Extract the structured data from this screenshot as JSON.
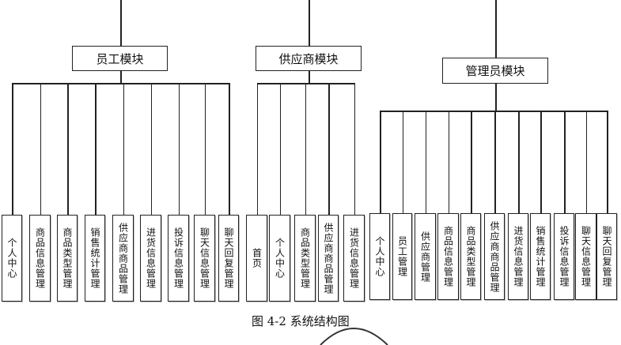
{
  "modules": [
    {
      "label": "员工模块",
      "children": [
        "个人中心",
        "商品信息管理",
        "商品类型管理",
        "销售统计管理",
        "供应商商品管理",
        "进货信息管理",
        "投诉信息管理",
        "聊天信息管理",
        "聊天回复管理"
      ]
    },
    {
      "label": "供应商模块",
      "children": [
        "首页",
        "个人中心",
        "商品类型管理",
        "供应商商品管理",
        "进货信息管理"
      ]
    },
    {
      "label": "管理员模块",
      "children": [
        "个人中心",
        "员工管理",
        "供应商管理",
        "商品信息管理",
        "商品类型管理",
        "供应商商品管理",
        "进货信息管理",
        "销售统计管理",
        "投诉信息管理",
        "聊天信息管理",
        "聊天回复管理"
      ]
    }
  ],
  "caption": "图 4-2  系统结构图"
}
